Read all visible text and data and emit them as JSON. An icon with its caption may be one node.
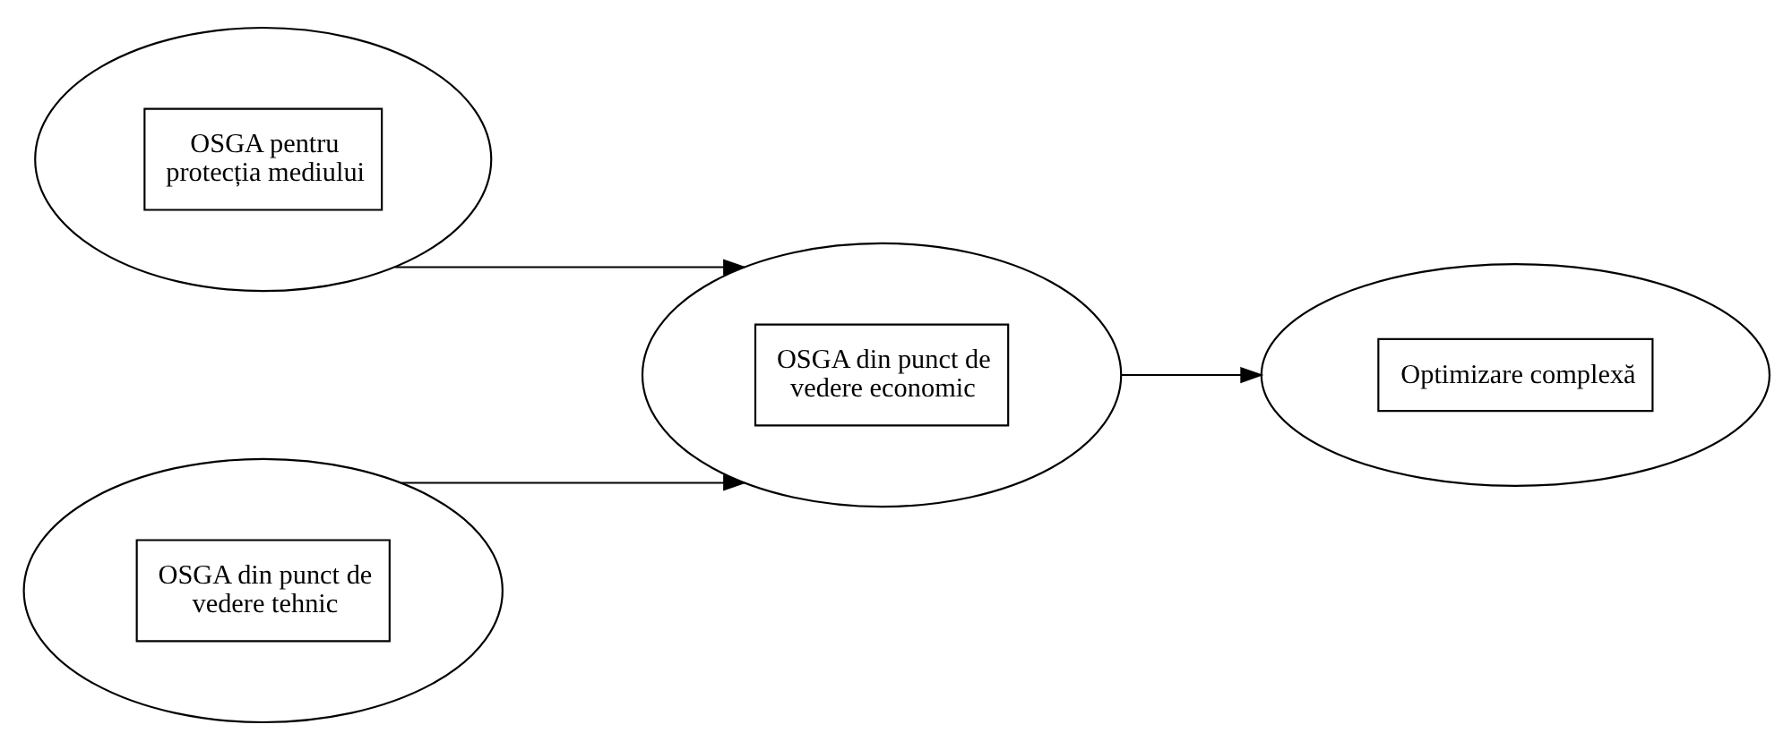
{
  "diagram": {
    "nodes": [
      {
        "text": [
          "OSGA pentru protecția mediului"
        ]
      },
      {
        "text": [
          "OSGA din punct de vedere tehnic"
        ]
      },
      {
        "text": [
          "OSGA din punct de vedere economic"
        ]
      },
      {
        "text": [
          "Optimizare complexă"
        ]
      }
    ],
    "edges": [
      {
        "from": 0,
        "to": 2,
        "arrow": "to"
      },
      {
        "from": 1,
        "to": 2,
        "arrow": "to"
      },
      {
        "from": 2,
        "to": 3,
        "arrow": "to"
      }
    ]
  }
}
